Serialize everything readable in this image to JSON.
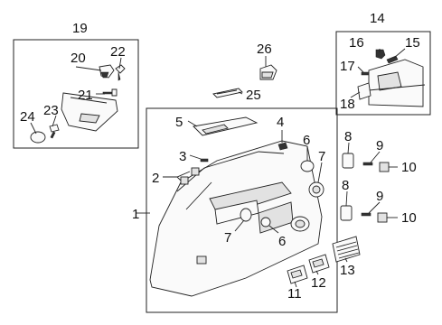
{
  "callouts": {
    "c1": "1",
    "c2": "2",
    "c3": "3",
    "c4": "4",
    "c5": "5",
    "c6a": "6",
    "c6b": "6",
    "c7a": "7",
    "c7b": "7",
    "c8a": "8",
    "c8b": "8",
    "c9a": "9",
    "c9b": "9",
    "c10a": "10",
    "c10b": "10",
    "c11": "11",
    "c12": "12",
    "c13": "13",
    "c14": "14",
    "c15": "15",
    "c16": "16",
    "c17": "17",
    "c18": "18",
    "c19": "19",
    "c20": "20",
    "c21": "21",
    "c22": "22",
    "c23": "23",
    "c24": "24",
    "c25": "25",
    "c26": "26"
  }
}
